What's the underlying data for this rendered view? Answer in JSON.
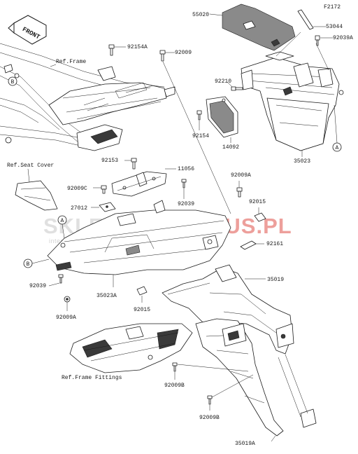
{
  "diagram_code": "F2172",
  "direction_label": "FRONT",
  "watermark": {
    "brand_left": "SKLEPMOTO",
    "brand_right": "RUS.PL",
    "tagline": "internetowy sklep motocyklowy"
  },
  "refs": {
    "frame": "Ref.Frame",
    "seat_cover": "Ref.Seat Cover",
    "frame_fittings": "Ref.Frame Fittings"
  },
  "markers": {
    "a": "A",
    "b": "B"
  },
  "labels": {
    "p55020": "55020",
    "p53044": "53044",
    "p92039A_top": "92039A",
    "p92154A": "92154A",
    "p92009_top": "92009",
    "p92210": "92210",
    "p92154": "92154",
    "p14092": "14092",
    "p35023": "35023",
    "p92153": "92153",
    "p11056": "11056",
    "p92009A_mid": "92009A",
    "p92009C": "92009C",
    "p27012": "27012",
    "p92039_mid": "92039",
    "p92015_right": "92015",
    "p92161": "92161",
    "p92039_left": "92039",
    "p35023A": "35023A",
    "p92009A_bot": "92009A",
    "p92015_bot": "92015",
    "p35019": "35019",
    "p92009B_1": "92009B",
    "p92009B_2": "92009B",
    "p35019A": "35019A"
  }
}
